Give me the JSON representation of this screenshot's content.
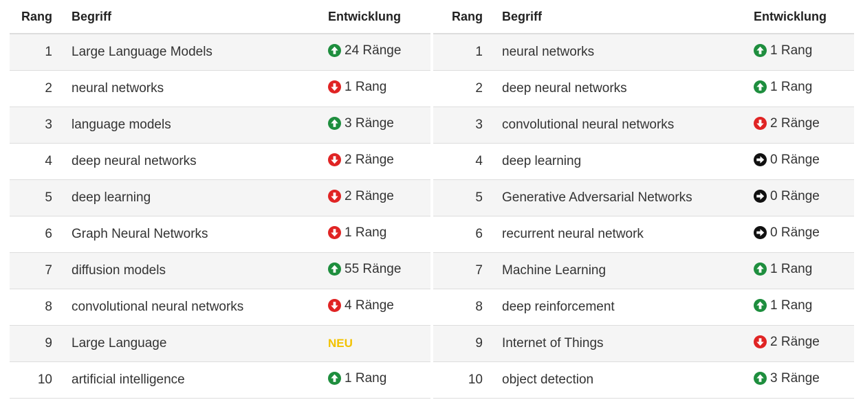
{
  "headers": {
    "rank": "Rang",
    "term": "Begriff",
    "trend": "Entwicklung"
  },
  "colors": {
    "up": "#1e8e3e",
    "down": "#e02424",
    "same": "#111111",
    "new": "#f2c200"
  },
  "left": {
    "rows": [
      {
        "rank": "1",
        "term": "Large Language Models",
        "trend": "24 Ränge",
        "dir": "up"
      },
      {
        "rank": "2",
        "term": "neural networks",
        "trend": "1 Rang",
        "dir": "down"
      },
      {
        "rank": "3",
        "term": "language models",
        "trend": "3 Ränge",
        "dir": "up"
      },
      {
        "rank": "4",
        "term": "deep neural networks",
        "trend": "2 Ränge",
        "dir": "down"
      },
      {
        "rank": "5",
        "term": "deep learning",
        "trend": "2 Ränge",
        "dir": "down"
      },
      {
        "rank": "6",
        "term": "Graph Neural Networks",
        "trend": "1 Rang",
        "dir": "down"
      },
      {
        "rank": "7",
        "term": "diffusion models",
        "trend": "55 Ränge",
        "dir": "up"
      },
      {
        "rank": "8",
        "term": "convolutional neural networks",
        "trend": "4 Ränge",
        "dir": "down"
      },
      {
        "rank": "9",
        "term": "Large Language",
        "trend": "NEU",
        "dir": "new"
      },
      {
        "rank": "10",
        "term": "artificial intelligence",
        "trend": "1 Rang",
        "dir": "up"
      }
    ]
  },
  "right": {
    "rows": [
      {
        "rank": "1",
        "term": "neural networks",
        "trend": "1 Rang",
        "dir": "up"
      },
      {
        "rank": "2",
        "term": "deep neural networks",
        "trend": "1 Rang",
        "dir": "up"
      },
      {
        "rank": "3",
        "term": "convolutional neural networks",
        "trend": "2 Ränge",
        "dir": "down"
      },
      {
        "rank": "4",
        "term": "deep learning",
        "trend": "0 Ränge",
        "dir": "same"
      },
      {
        "rank": "5",
        "term": "Generative Adversarial Networks",
        "trend": "0 Ränge",
        "dir": "same"
      },
      {
        "rank": "6",
        "term": "recurrent neural network",
        "trend": "0 Ränge",
        "dir": "same"
      },
      {
        "rank": "7",
        "term": "Machine Learning",
        "trend": "1 Rang",
        "dir": "up"
      },
      {
        "rank": "8",
        "term": "deep reinforcement",
        "trend": "1 Rang",
        "dir": "up"
      },
      {
        "rank": "9",
        "term": "Internet of Things",
        "trend": "2 Ränge",
        "dir": "down"
      },
      {
        "rank": "10",
        "term": "object detection",
        "trend": "3 Ränge",
        "dir": "up"
      }
    ]
  }
}
